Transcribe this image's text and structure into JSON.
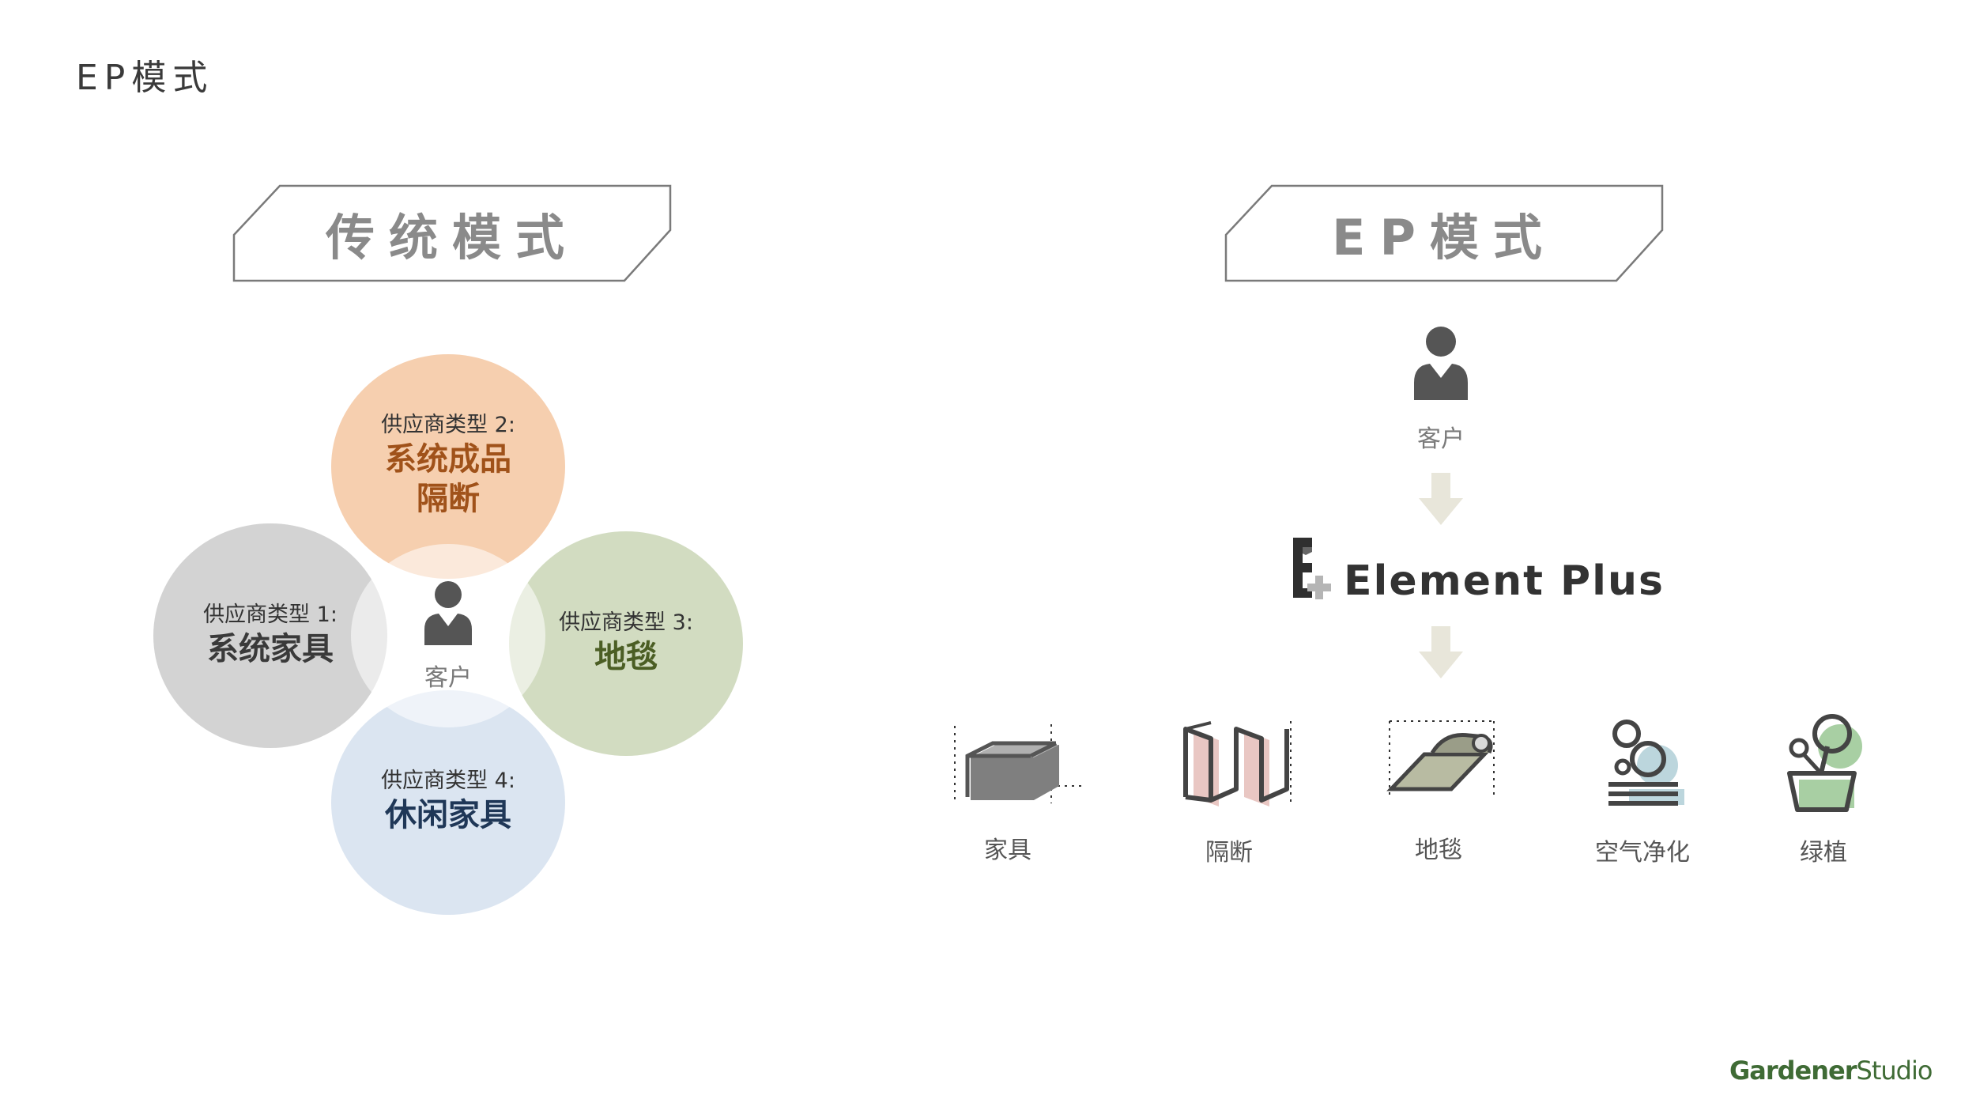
{
  "slide": {
    "title": "EP模式"
  },
  "traditional": {
    "banner": "传统模式",
    "center_label": "客户",
    "suppliers": [
      {
        "sub": "供应商类型 1:",
        "main": "系统家具",
        "color": "#d3d3d3",
        "text_color": "#3a3a3a"
      },
      {
        "sub": "供应商类型 2:",
        "main": "系统成品\n隔断",
        "color": "#f6cfaf",
        "text_color": "#a0521a"
      },
      {
        "sub": "供应商类型 3:",
        "main": "地毯",
        "color": "#d2dcc1",
        "text_color": "#4b5e24"
      },
      {
        "sub": "供应商类型 4:",
        "main": "休闲家具",
        "color": "#dbe5f1",
        "text_color": "#1f3757"
      }
    ]
  },
  "ep": {
    "banner": "EP模式",
    "client_label": "客户",
    "brand": "Element Plus",
    "arrow_color": "#e8e6da",
    "products": [
      {
        "label": "家具",
        "icon": "furniture-box-icon"
      },
      {
        "label": "隔断",
        "icon": "folding-partition-icon"
      },
      {
        "label": "地毯",
        "icon": "carpet-roll-icon"
      },
      {
        "label": "空气净化",
        "icon": "air-purifier-icon"
      },
      {
        "label": "绿植",
        "icon": "potted-plant-icon"
      }
    ]
  },
  "footer": {
    "brand_bold": "Gardener",
    "brand_light": "Studio",
    "color": "#3f6b35"
  }
}
